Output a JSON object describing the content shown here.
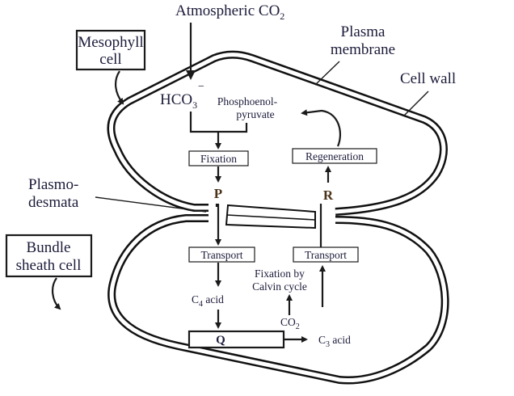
{
  "title": "C4 pathway: mesophyll and bundle sheath cells",
  "labels": {
    "atmospheric_co2": "Atmospheric CO",
    "atmospheric_co2_sub": "2",
    "mesophyll_line1": "Mesophyll",
    "mesophyll_line2": "cell",
    "plasma_line1": "Plasma",
    "plasma_line2": "membrane",
    "cell_wall": "Cell wall",
    "hco3": "HCO",
    "hco3_sub": "3",
    "hco3_sup": "−",
    "pep_line1": "Phosphoenol-",
    "pep_line2": "pyruvate",
    "fixation": "Fixation",
    "regeneration": "Regeneration",
    "plasmodesmata_line1": "Plasmo-",
    "plasmodesmata_line2": "desmata",
    "p": "P",
    "r": "R",
    "bundle_line1": "Bundle",
    "bundle_line2": "sheath cell",
    "transport_left": "Transport",
    "transport_right": "Transport",
    "calvin_line1": "Fixation by",
    "calvin_line2": "Calvin cycle",
    "c4_acid": "C",
    "c4_sub": "4",
    "c4_rest": " acid",
    "co2": "CO",
    "co2_sub": "2",
    "q": "Q",
    "c3_acid": "C",
    "c3_sub": "3",
    "c3_rest": " acid"
  }
}
